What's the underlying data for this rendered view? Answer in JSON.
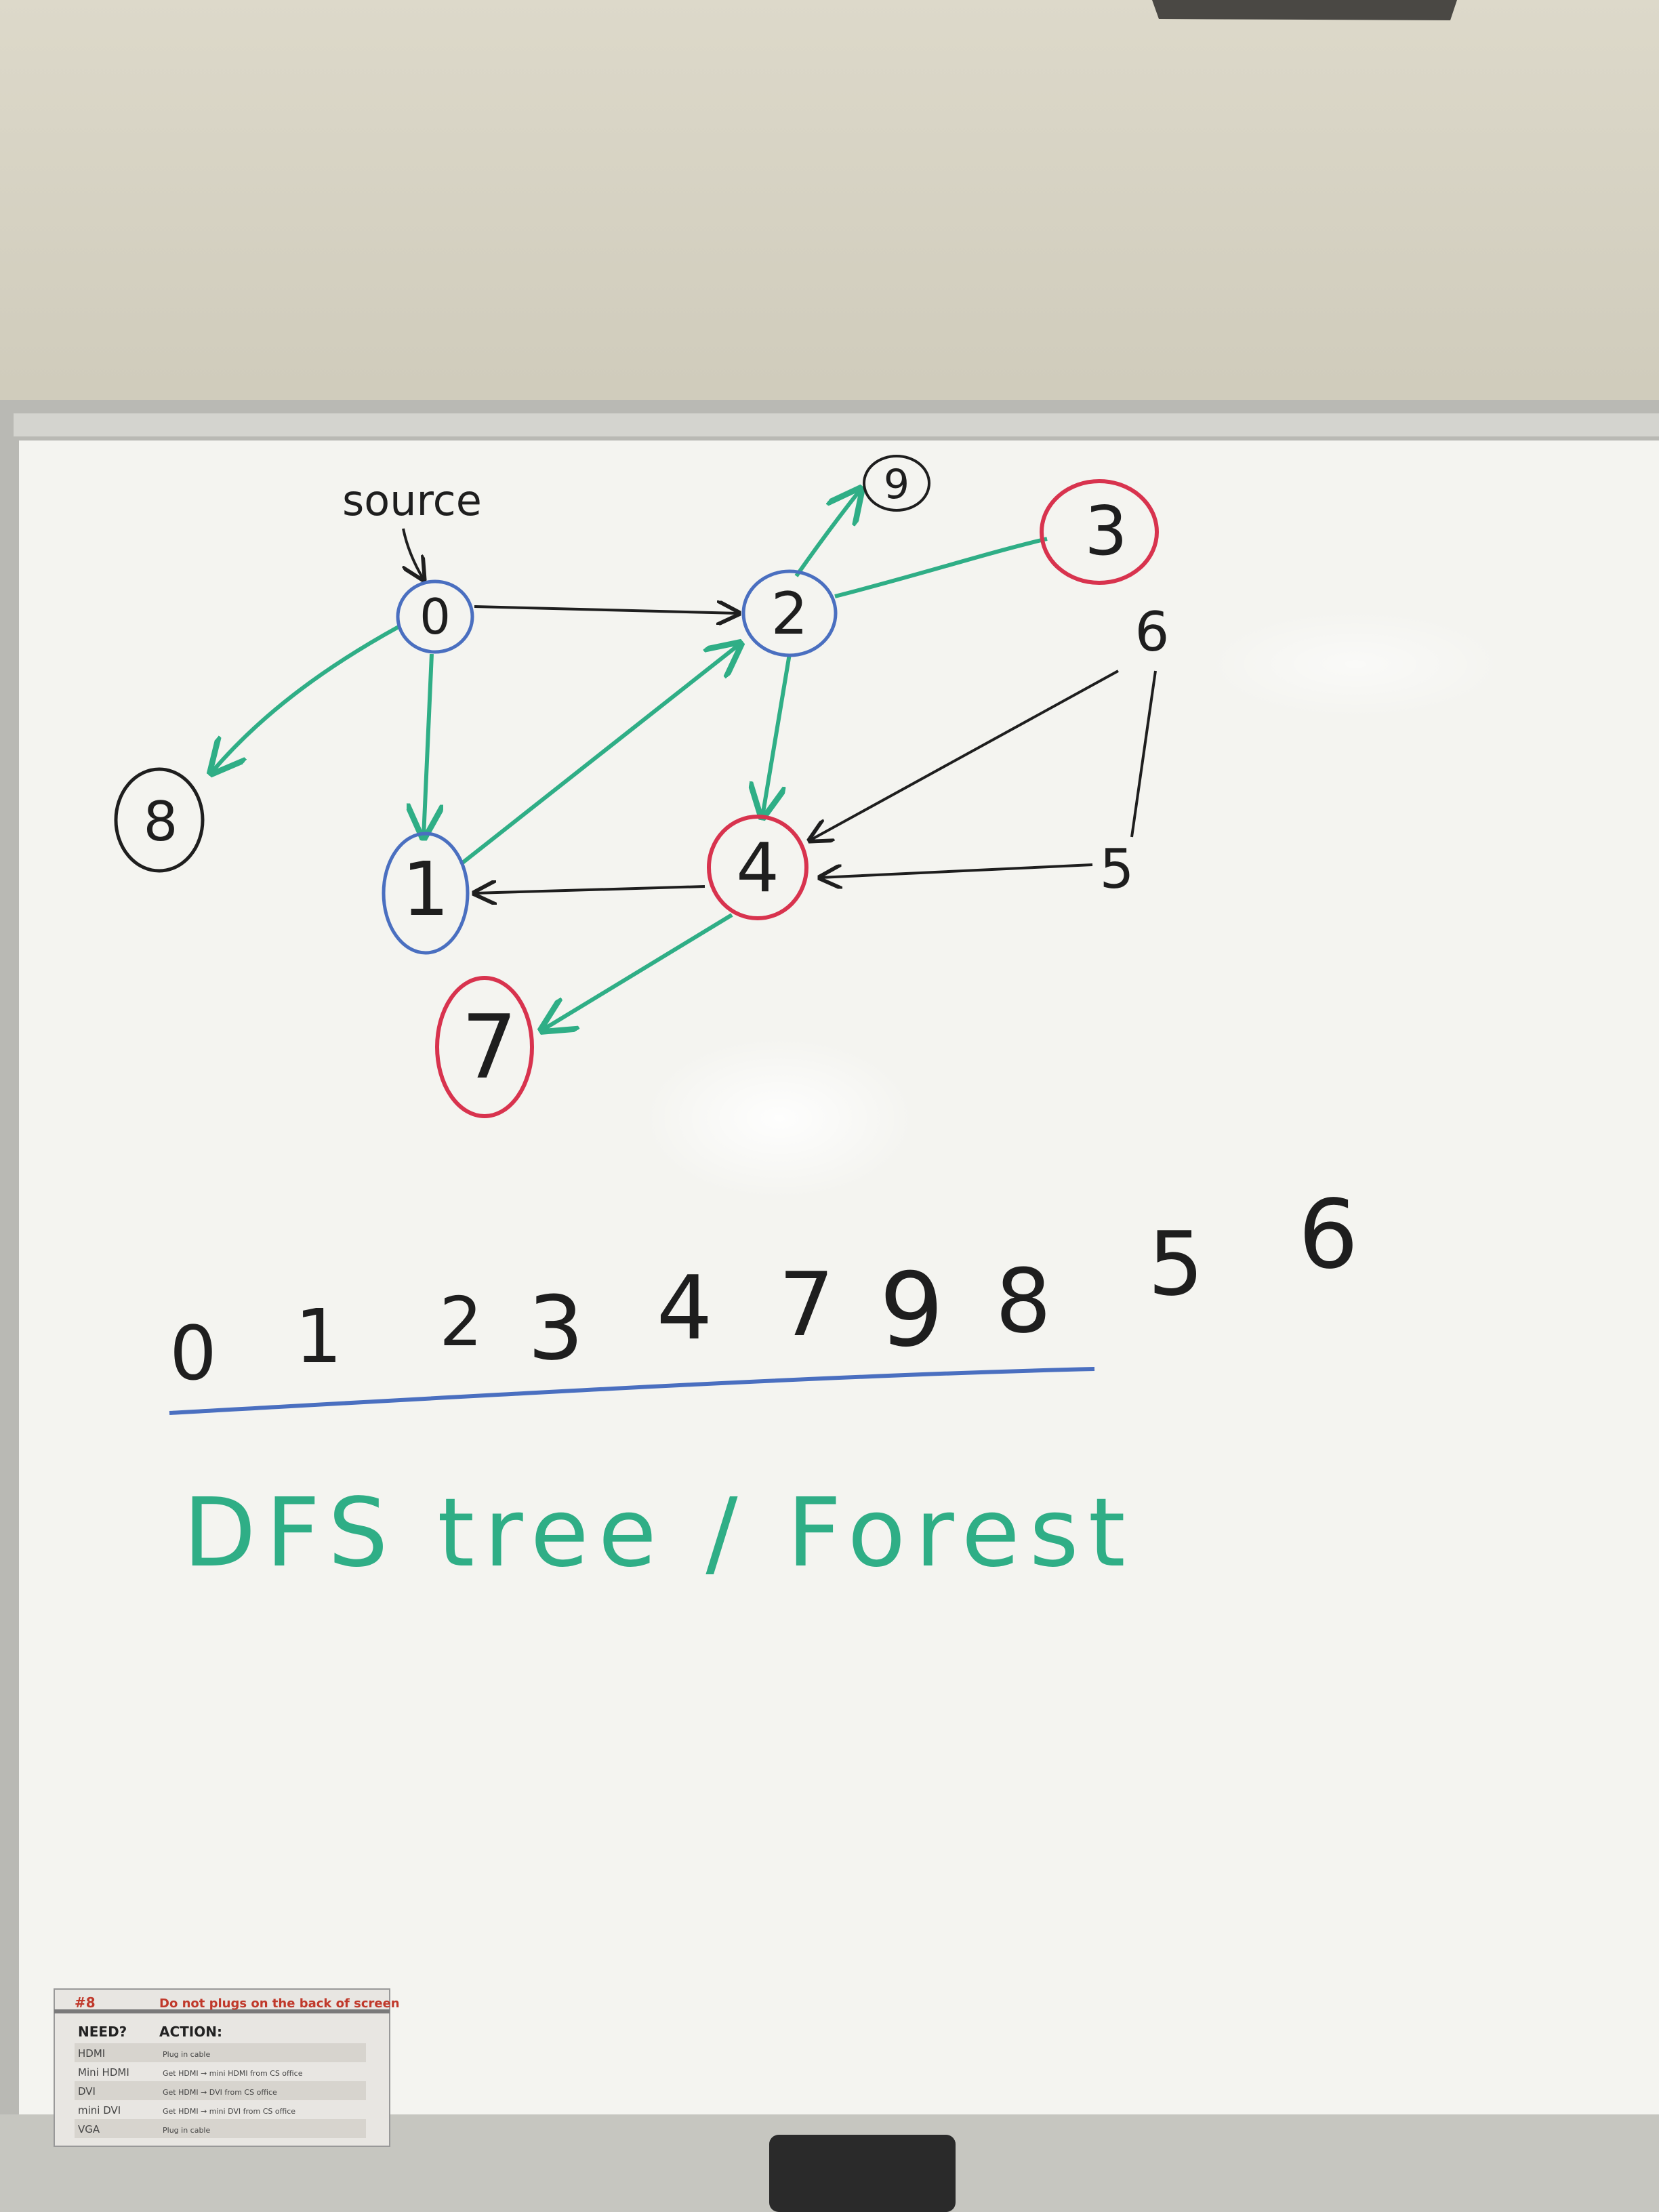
{
  "whiteboard": {
    "source_label": "source",
    "bottom_label": "DFS tree / Forest"
  },
  "graph": {
    "nodes": [
      {
        "id": "n0",
        "label": "0",
        "ring": "blue"
      },
      {
        "id": "n1",
        "label": "1",
        "ring": "blue"
      },
      {
        "id": "n2",
        "label": "2",
        "ring": "blue"
      },
      {
        "id": "n3",
        "label": "3",
        "ring": "red"
      },
      {
        "id": "n4",
        "label": "4",
        "ring": "red"
      },
      {
        "id": "n5",
        "label": "5",
        "ring": "none"
      },
      {
        "id": "n6",
        "label": "6",
        "ring": "none"
      },
      {
        "id": "n7",
        "label": "7",
        "ring": "red"
      },
      {
        "id": "n8",
        "label": "8",
        "ring": "black"
      },
      {
        "id": "n9",
        "label": "9",
        "ring": "black"
      }
    ],
    "edges": [
      {
        "from": "0",
        "to": "2",
        "tree": false
      },
      {
        "from": "0",
        "to": "1",
        "tree": true
      },
      {
        "from": "0",
        "to": "8",
        "tree": true
      },
      {
        "from": "1",
        "to": "2",
        "tree": true
      },
      {
        "from": "4",
        "to": "1",
        "tree": false
      },
      {
        "from": "2",
        "to": "4",
        "tree": true
      },
      {
        "from": "2",
        "to": "3",
        "tree": true
      },
      {
        "from": "2",
        "to": "9",
        "tree": true
      },
      {
        "from": "6",
        "to": "4",
        "tree": false
      },
      {
        "from": "5",
        "to": "4",
        "tree": false
      },
      {
        "from": "6",
        "to": "5",
        "tree": false
      },
      {
        "from": "4",
        "to": "7",
        "tree": true
      }
    ]
  },
  "order": [
    "0",
    "1",
    "2",
    "3",
    "4",
    "7",
    "9",
    "8",
    "5",
    "6"
  ],
  "sign": {
    "number": "#8",
    "title": "Do not plugs on the back of screen",
    "need_header": "NEED?",
    "action_header": "ACTION:",
    "rows": [
      {
        "need": "HDMI",
        "action": "Plug in cable"
      },
      {
        "need": "Mini HDMI",
        "action": "Get HDMI → mini HDMI from CS office"
      },
      {
        "need": "DVI",
        "action": "Get HDMI → DVI from CS office"
      },
      {
        "need": "mini DVI",
        "action": "Get HDMI → mini DVI from CS office"
      },
      {
        "need": "VGA",
        "action": "Plug in cable"
      }
    ]
  },
  "colors": {
    "wall": "#d9d5c6",
    "board": "#f4f4f0",
    "ink_black": "#1e1e1e",
    "ink_green": "#2fae86",
    "ink_blue": "#4a6fc0",
    "ink_red": "#d8334e"
  }
}
